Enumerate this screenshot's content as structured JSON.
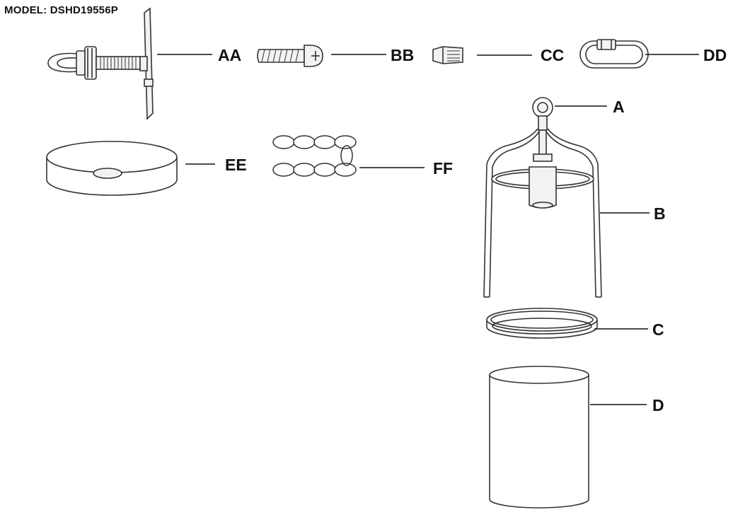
{
  "model_label": "MODEL: DSHD19556P",
  "labels": {
    "AA": "AA",
    "BB": "BB",
    "CC": "CC",
    "DD": "DD",
    "EE": "EE",
    "FF": "FF",
    "A": "A",
    "B": "B",
    "C": "C",
    "D": "D"
  }
}
